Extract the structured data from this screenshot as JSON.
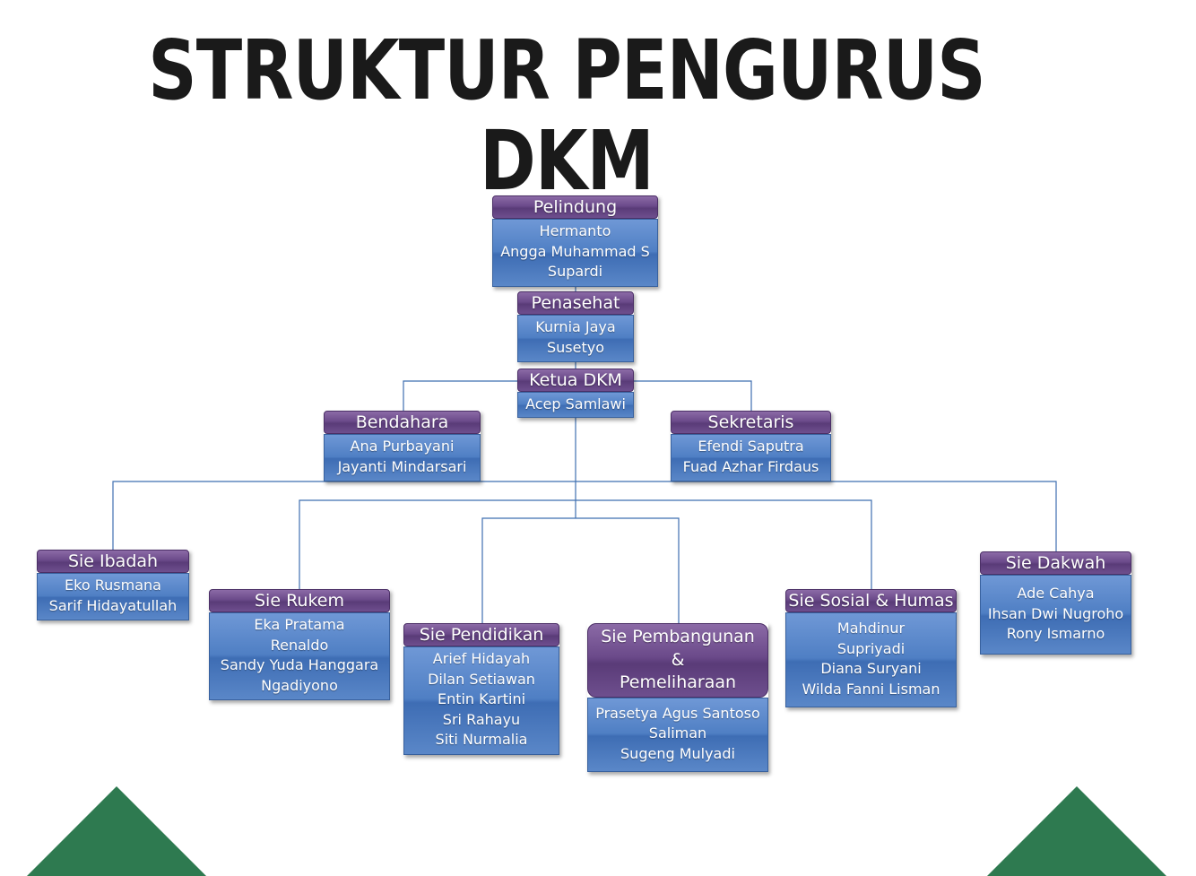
{
  "title": "STRUKTUR PENGURUS DKM",
  "nodes": {
    "pelindung": {
      "title": "Pelindung",
      "members": [
        "Hermanto",
        "Angga Muhammad S",
        "Supardi"
      ]
    },
    "penasehat": {
      "title": "Penasehat",
      "members": [
        "Kurnia Jaya",
        "Susetyo"
      ]
    },
    "ketua": {
      "title": "Ketua DKM",
      "members": [
        "Acep Samlawi"
      ]
    },
    "bendahara": {
      "title": "Bendahara",
      "members": [
        "Ana Purbayani",
        "Jayanti Mindarsari"
      ]
    },
    "sekretaris": {
      "title": "Sekretaris",
      "members": [
        "Efendi Saputra",
        "Fuad Azhar Firdaus"
      ]
    },
    "ibadah": {
      "title": "Sie Ibadah",
      "members": [
        "Eko Rusmana",
        "Sarif Hidayatullah"
      ]
    },
    "rukem": {
      "title": "Sie Rukem",
      "members": [
        "Eka Pratama",
        "Renaldo",
        "Sandy Yuda Hanggara",
        "Ngadiyono"
      ]
    },
    "pendidikan": {
      "title": "Sie Pendidikan",
      "members": [
        "Arief Hidayah",
        "Dilan Setiawan",
        "Entin Kartini",
        "Sri Rahayu",
        "Siti Nurmalia"
      ]
    },
    "pembangunan": {
      "title_lines": [
        "Sie Pembangunan",
        "&",
        "Pemeliharaan"
      ],
      "members": [
        "Prasetya Agus Santoso",
        "Saliman",
        "Sugeng Mulyadi"
      ]
    },
    "sosial": {
      "title": "Sie Sosial & Humas",
      "members": [
        "Mahdinur",
        "Supriyadi",
        "Diana Suryani",
        "Wilda Fanni Lisman"
      ]
    },
    "dakwah": {
      "title": "Sie Dakwah",
      "members": [
        "Ade Cahya",
        "Ihsan Dwi Nugroho",
        "Rony Ismarno"
      ]
    }
  },
  "colors": {
    "header": "#6b4a8a",
    "body": "#4f7fc4",
    "connector": "#3f6fb0",
    "triangle": "#2e7a50"
  }
}
